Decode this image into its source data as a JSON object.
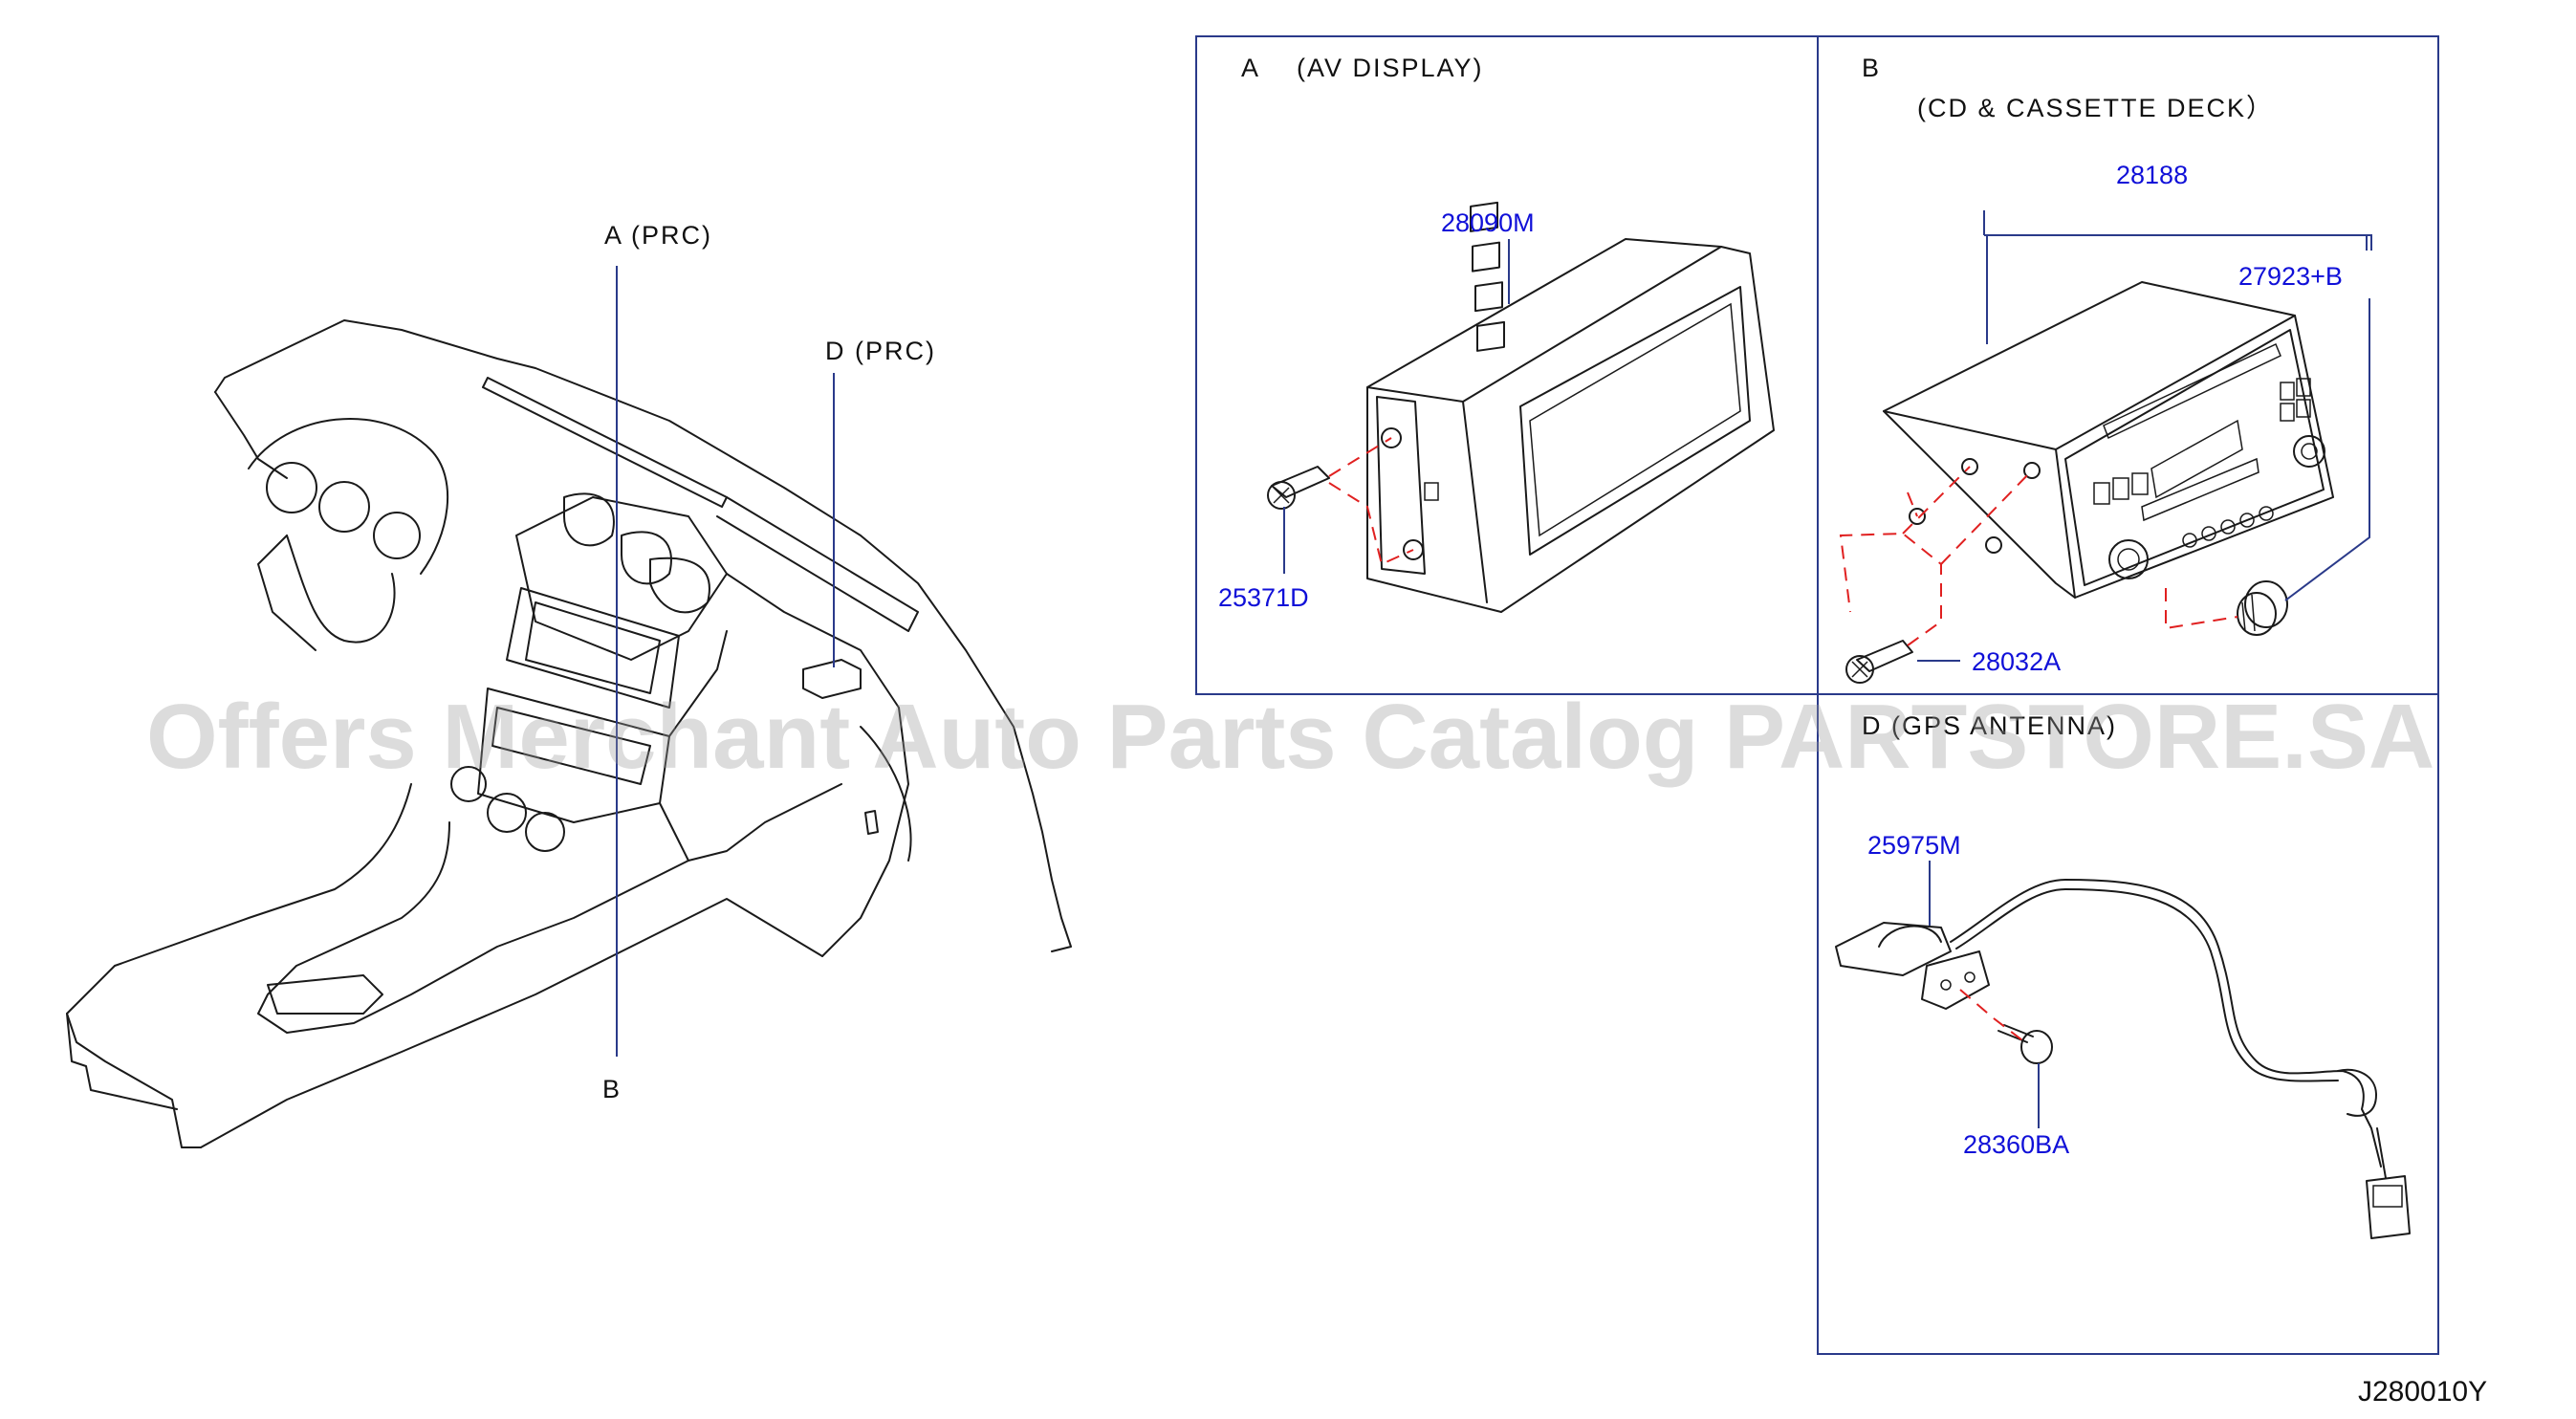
{
  "overview": {
    "label_a": "A (PRC)",
    "label_d": "D (PRC)",
    "label_b": "B"
  },
  "panel_a": {
    "title_letter": "A",
    "title_text": "(AV  DISPLAY)",
    "parts": {
      "display": "28090M",
      "screw": "25371D"
    }
  },
  "panel_b": {
    "title_letter": "B",
    "title_text": "(CD  &  CASSETTE  DECK）",
    "parts": {
      "deck": "28188",
      "knob": "27923+B",
      "screw": "28032A"
    }
  },
  "panel_d": {
    "title_text": "D  (GPS  ANTENNA)",
    "parts": {
      "antenna": "25975M",
      "bolt": "28360BA"
    }
  },
  "watermark": "Offers Merchant Auto Parts Catalog PARTSTORE.SA",
  "diagram_id": "J280010Y"
}
